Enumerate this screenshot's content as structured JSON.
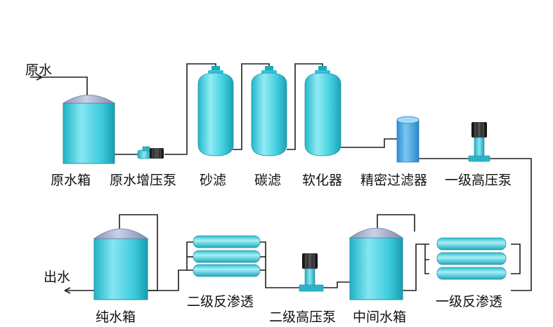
{
  "colors": {
    "tank_light": "#7fe3ef",
    "tank_mid": "#3ccbdc",
    "tank_dark": "#1aa6ba",
    "roof": "#9aa6c8",
    "pump_black": "#1b1b1b",
    "pipe": "#1f1f1f",
    "label": "#111111"
  },
  "flow": {
    "raw_water_in": "原水",
    "water_out": "出水"
  },
  "labels": {
    "raw_water_tank": "原水箱",
    "raw_water_booster_pump": "原水增压泵",
    "sand_filter": "砂滤",
    "carbon_filter": "碳滤",
    "softener": "软化器",
    "precision_filter": "精密过滤器",
    "primary_hp_pump": "一级高压泵",
    "pure_water_tank": "纯水箱",
    "secondary_ro": "二级反渗透",
    "secondary_hp_pump": "二级高压泵",
    "intermediate_tank": "中间水箱",
    "primary_ro": "一级反渗透"
  }
}
